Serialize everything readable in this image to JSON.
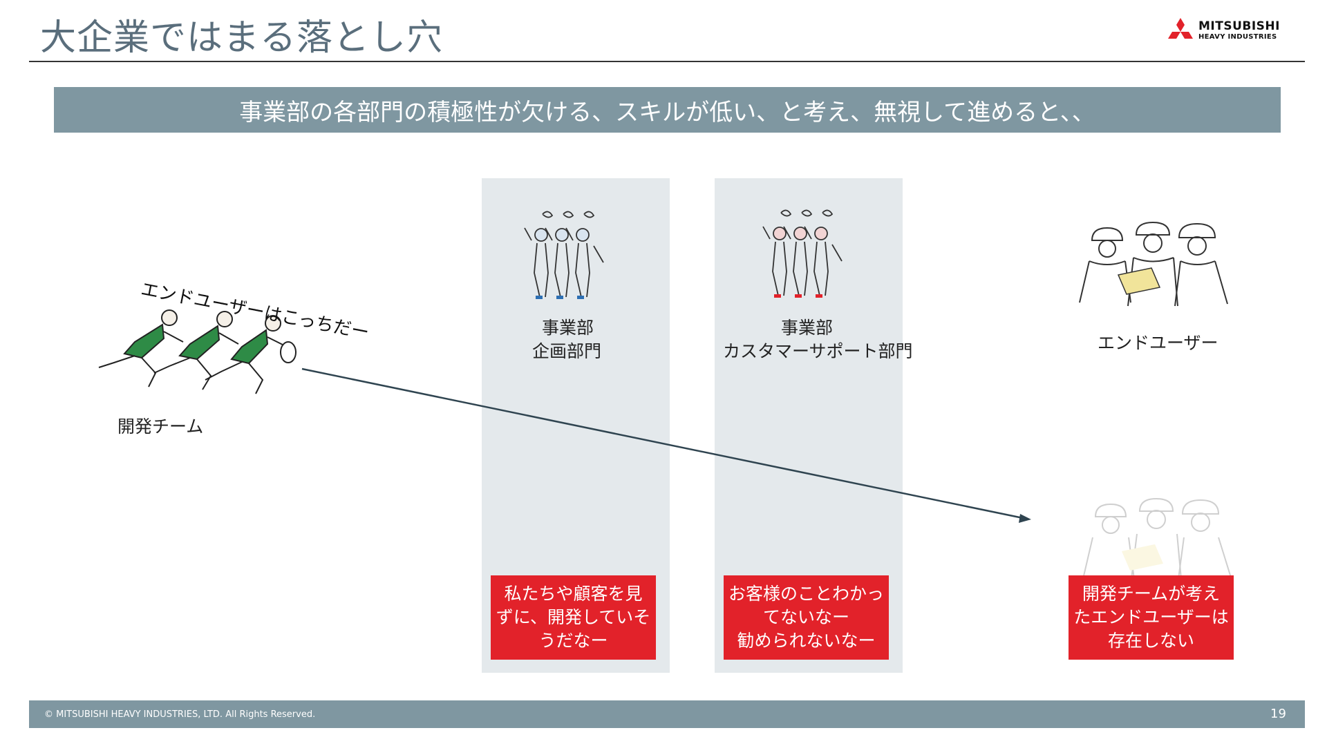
{
  "slide": {
    "title": "大企業ではまる落とし穴",
    "banner": "事業部の各部門の積極性が欠ける、スキルが低い、と考え、無視して進めると、、",
    "page_number": "19",
    "copyright": "© MITSUBISHI HEAVY INDUSTRIES, LTD.  All Rights Reserved."
  },
  "logo": {
    "line1": "MITSUBISHI",
    "line2": "HEAVY INDUSTRIES",
    "color": "#e2222a"
  },
  "dev_team": {
    "speech": "エンドユーザーはこっちだー",
    "label": "開発チーム",
    "shirt_color": "#2e8b46"
  },
  "planning_dept": {
    "label_line1": "事業部",
    "label_line2": "企画部門",
    "comment": [
      "私たちや顧客を見",
      "ずに、開発していそ",
      "うだなー"
    ]
  },
  "support_dept": {
    "label_line1": "事業部",
    "label_line2": "カスタマーサポート部門",
    "comment": [
      "お客様のことわかっ",
      "てないなー",
      "勧められないなー"
    ]
  },
  "end_user": {
    "label": "エンドユーザー",
    "comment": [
      "開発チームが考え",
      "たエンドユーザーは",
      "存在しない"
    ]
  },
  "colors": {
    "title": "#5a6e7c",
    "banner_bg": "#7f97a1",
    "column_bg": "#e4e9ec",
    "comment_bg": "#e2222a",
    "arrow": "#2f4450"
  }
}
